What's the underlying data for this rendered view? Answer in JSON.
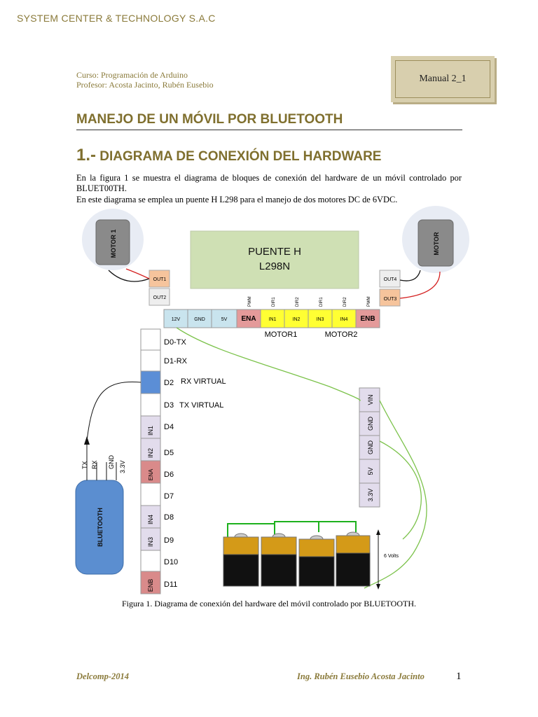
{
  "header": {
    "company": "SYSTEM CENTER & TECHNOLOGY S.A.C",
    "course_line": "Curso: Programación de Arduino",
    "professor_line": "Profesor: Acosta Jacinto, Rubén Eusebio",
    "manual_label": "Manual 2_1"
  },
  "document": {
    "title": "MANEJO DE UN MÓVIL POR BLUETOOTH",
    "section_number": "1.-",
    "section_title": "DIAGRAMA DE CONEXIÓN DEL HARDWARE",
    "paragraph_1": "En la figura 1 se muestra el diagrama de bloques de conexión del hardware de un móvil controlado por BLUET00TH.",
    "paragraph_2": "En este diagrama se emplea un puente H L298 para el manejo de dos motores DC de 6VDC."
  },
  "figure": {
    "motor_left": "MOTOR 1",
    "motor_right": "MOTOR",
    "bridge_line1": "PUENTE H",
    "bridge_line2": "L298N",
    "out1": "OUT1",
    "out2": "OUT2",
    "out3": "OUT3",
    "out4": "OUT4",
    "header_pins": [
      "12V",
      "GND",
      "5V",
      "ENA",
      "IN1",
      "IN2",
      "IN3",
      "IN4",
      "ENB"
    ],
    "vertical_labels": [
      "PWM",
      "DIR1",
      "DIR2",
      "DIR1",
      "DIR2",
      "PWM"
    ],
    "motor1_label": "MOTOR1",
    "motor2_label": "MOTOR2",
    "arduino_pins": [
      "D0-TX",
      "D1-RX",
      "D2",
      "D3",
      "D4",
      "D5",
      "D6",
      "D7",
      "D8",
      "D9",
      "D10",
      "D11"
    ],
    "rx_virtual": "RX VIRTUAL",
    "tx_virtual": "TX VIRTUAL",
    "side_labels": [
      "IN1",
      "IN2",
      "ENA",
      "IN4",
      "IN3",
      "ENB"
    ],
    "bt_pins": [
      "TX",
      "RX",
      "GND",
      "3.3V"
    ],
    "bluetooth": "BLUETOOTH",
    "power_pins": [
      "VIN",
      "GND",
      "GND",
      "5V",
      "3.3V"
    ],
    "voltage": "6 Volts",
    "caption": "Figura 1. Diagrama de conexión del hardware del móvil controlado por BLUETOOTH."
  },
  "footer": {
    "left": "Delcomp-2014",
    "right": "Ing. Rubén Eusebio Acosta Jacinto",
    "page_number": "1"
  }
}
